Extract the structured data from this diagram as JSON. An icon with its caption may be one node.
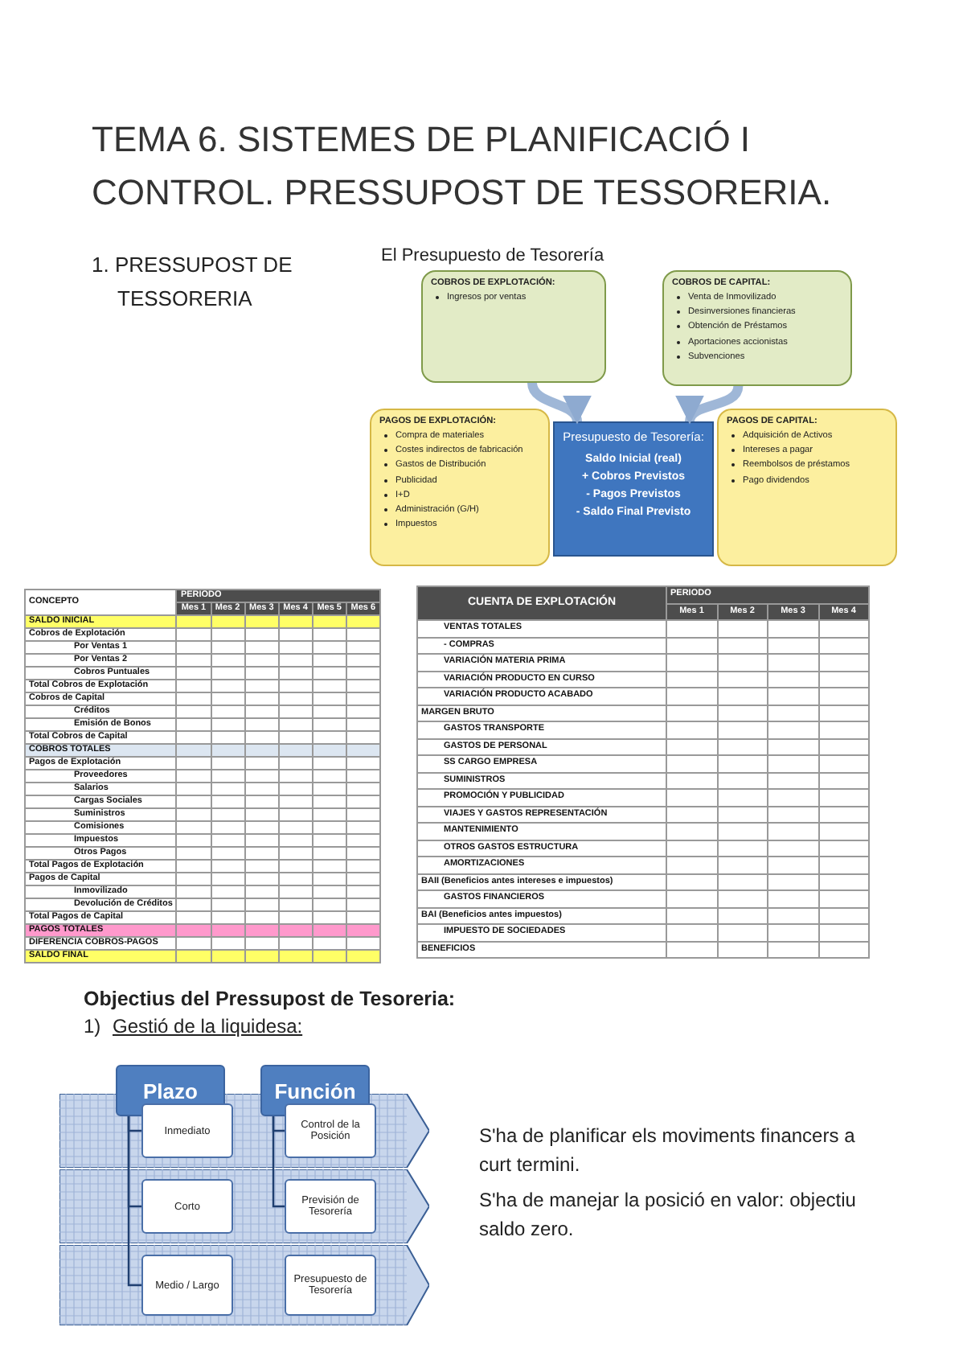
{
  "diagram": {
    "title": "TEMA 6. SISTEMES DE PLANIFICACIÓ I CONTROL. PRESSUPOST DE TESSORERIA.",
    "nodes": [
      {
        "text": [
          "COBROS DE EXPLOTACIÓN:",
          "Ingresos por ventas"
        ]
      },
      {
        "text": [
          "COBROS DE CAPITAL:",
          "Venta de Inmovilizado",
          "Desinversiones financieras",
          "Obtención de Préstamos",
          "Aportaciones accionistas",
          "Subvenciones"
        ]
      },
      {
        "text": [
          "PAGOS DE EXPLOTACIÓN:",
          "Compra de materiales",
          "Costes indirectos de fabricación",
          "Gastos de Distribución",
          "Publicidad",
          "I+D",
          "Administración (G/H)",
          "Impuestos"
        ]
      },
      {
        "text": [
          "Presupuesto de Tesorería:",
          "Saldo Inicial (real)",
          "+ Cobros Previstos",
          "- Pagos Previstos",
          "- Saldo Final Previsto"
        ]
      },
      {
        "text": [
          "PAGOS DE CAPITAL:",
          "Adquisición de Activos",
          "Intereses a pagar",
          "Reembolsos de préstamos",
          "Pago dividendos"
        ]
      },
      {
        "text": [
          "Plazo"
        ]
      },
      {
        "text": [
          "Función"
        ]
      },
      {
        "text": [],
        "shape": "arrow"
      },
      {
        "text": [
          "Inmediato"
        ],
        "in": 7
      },
      {
        "text": [
          "Control de la Posición"
        ],
        "in": 7
      },
      {
        "text": [],
        "shape": "arrow"
      },
      {
        "text": [
          "Corto"
        ],
        "in": 10
      },
      {
        "text": [
          "Previsión de Tesorería"
        ],
        "in": 10
      },
      {
        "text": [],
        "shape": "arrow"
      },
      {
        "text": [
          "Medio / Largo"
        ],
        "in": 13
      },
      {
        "text": [
          "Presupuesto de Tesorería"
        ],
        "in": 13
      }
    ],
    "edges": [
      {
        "from": 0,
        "to": 3,
        "arrow": "to",
        "style": "thick",
        "color": "#8eaad0"
      },
      {
        "from": 1,
        "to": 3,
        "arrow": "to",
        "style": "thick",
        "color": "#8eaad0"
      },
      {
        "from": 5,
        "to": 8,
        "arrow": "none"
      },
      {
        "from": 5,
        "to": 11,
        "arrow": "none"
      },
      {
        "from": 5,
        "to": 14,
        "arrow": "none"
      },
      {
        "from": 6,
        "to": 9,
        "arrow": "none"
      },
      {
        "from": 6,
        "to": 12,
        "arrow": "none"
      }
    ],
    "labels": [
      "1. PRESSUPOST DE TESSORERIA",
      "El Presupuesto de Tesorería",
      "CONCEPTO",
      "PERIODO",
      "Mes 1",
      "Mes 2",
      "Mes 3",
      "Mes 4",
      "Mes 5",
      "Mes 6",
      "SALDO INICIAL",
      "Cobros de Explotación",
      "Por Ventas 1",
      "Por Ventas 2",
      "Cobros Puntuales",
      "Total Cobros de Explotación",
      "Cobros de Capital",
      "Créditos",
      "Emisión de Bonos",
      "Total Cobros de Capital",
      "COBROS TOTALES",
      "Pagos de Explotación",
      "Proveedores",
      "Salarios",
      "Cargas Sociales",
      "Suministros",
      "Comisiones",
      "Impuestos",
      "Otros Pagos",
      "Total Pagos de Explotación",
      "Pagos de Capital",
      "Inmovilizado",
      "Devolución de Créditos",
      "Total Pagos de Capital",
      "PAGOS TOTALES",
      "DIFERENCIA COBROS-PAGOS",
      "SALDO FINAL",
      "CUENTA DE EXPLOTACIÓN",
      "PERIODO",
      "Mes 1",
      "Mes 2",
      "Mes 3",
      "Mes 4",
      "VENTAS TOTALES",
      "- COMPRAS",
      "VARIACIÓN MATERIA PRIMA",
      "VARIACIÓN PRODUCTO EN CURSO",
      "VARIACIÓN PRODUCTO ACABADO",
      "MARGEN BRUTO",
      "GASTOS TRANSPORTE",
      "GASTOS DE PERSONAL",
      "SS CARGO EMPRESA",
      "SUMINISTROS",
      "PROMOCIÓN Y PUBLICIDAD",
      "VIAJES Y GASTOS REPRESENTACIÓN",
      "MANTENIMIENTO",
      "OTROS GASTOS ESTRUCTURA",
      "AMORTIZACIONES",
      "BAII (Beneficios antes intereses e impuestos)",
      "GASTOS FINANCIEROS",
      "BAI (Beneficios antes impuestos)",
      "IMPUESTO DE SOCIEDADES",
      "BENEFICIOS",
      "Objectius del Pressupost de Tesoreria:",
      "1)",
      "Gestió de la liquidesa:",
      "S'ha de planificar els moviments financers a curt termini.",
      "S'ha de manejar la posició en valor: objectiu saldo zero."
    ]
  }
}
